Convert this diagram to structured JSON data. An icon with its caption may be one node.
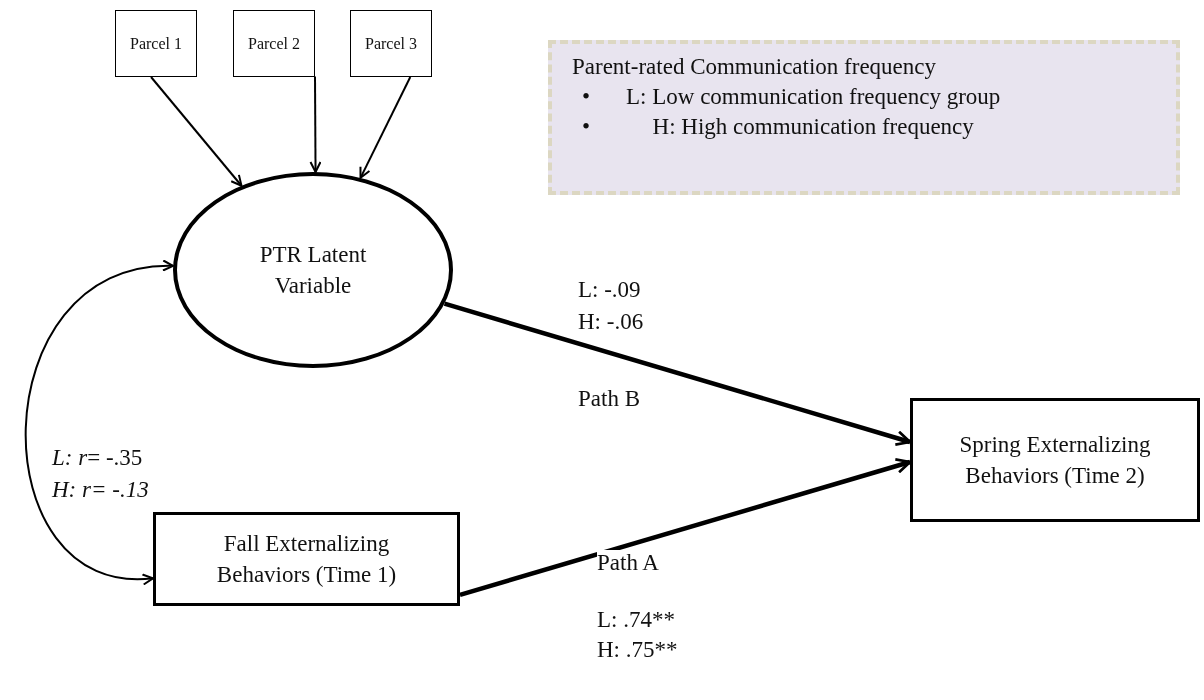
{
  "diagram": {
    "nodes": [
      {
        "text": [
          "Parcel 1"
        ]
      },
      {
        "text": [
          "Parcel 2"
        ]
      },
      {
        "text": [
          "Parcel 3"
        ]
      },
      {
        "text": [
          "Parent-rated Communication frequency",
          "•",
          "L: Low communication frequency group",
          "•",
          "H: High communication frequency"
        ]
      },
      {
        "text": [
          "PTR Latent Variable"
        ]
      },
      {
        "text": [
          "Spring Externalizing Behaviors (Time 2)"
        ]
      },
      {
        "text": [
          "Fall Externalizing Behaviors (Time 1)"
        ]
      }
    ],
    "edges": [
      {
        "from": 0,
        "to": 4,
        "arrow": "to"
      },
      {
        "from": 1,
        "to": 4,
        "arrow": "to"
      },
      {
        "from": 2,
        "to": 4,
        "arrow": "to"
      },
      {
        "from": 4,
        "to": 5,
        "arrow": "to",
        "style": "thick"
      },
      {
        "from": 6,
        "to": 5,
        "arrow": "to",
        "style": "thick"
      },
      {
        "from": 6,
        "to": 4,
        "arrow": "both"
      }
    ],
    "labels": [
      "L: -.09",
      "H: -.06",
      "Path B",
      "*L: r*= -.35",
      "H: r= -.13",
      "Path A",
      "L: .74**",
      "H: .75**"
    ]
  }
}
